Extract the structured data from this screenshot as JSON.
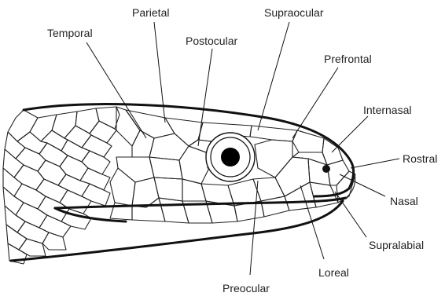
{
  "diagram": {
    "labels": {
      "parietal": "Parietal",
      "supraocular": "Supraocular",
      "temporal": "Temporal",
      "postocular": "Postocular",
      "prefrontal": "Prefrontal",
      "internasal": "Internasal",
      "rostral": "Rostral",
      "nasal": "Nasal",
      "supralabial": "Supralabial",
      "loreal": "Loreal",
      "preocular": "Preocular"
    },
    "line_color": "#111111",
    "label_color": "#222222",
    "background": "#ffffff"
  }
}
